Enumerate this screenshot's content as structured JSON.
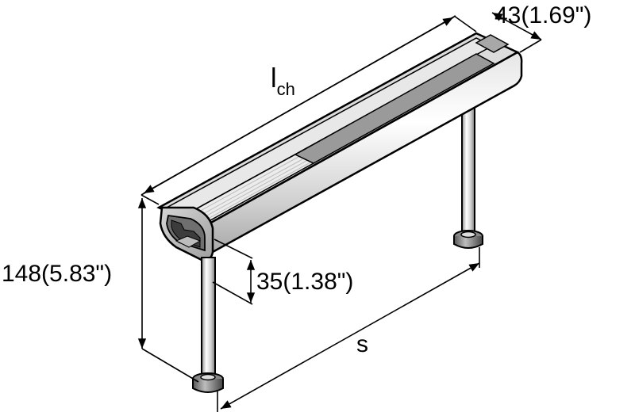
{
  "diagram": {
    "subject": "Channel rail with two adjustable leveling legs",
    "dimensions": {
      "width": {
        "label": "43(1.69\")",
        "value_mm": 43,
        "value_in": 1.69
      },
      "height": {
        "label": "148(5.83\")",
        "value_mm": 148,
        "value_in": 5.83
      },
      "channel_depth": {
        "label": "35(1.38\")",
        "value_mm": 35,
        "value_in": 1.38
      },
      "channel_length": {
        "symbol": "l",
        "subscript": "ch"
      },
      "leg_spacing": {
        "label": "s"
      }
    },
    "colors": {
      "outline": "#000000",
      "rail_light": "#f2f2f2",
      "rail_mid": "#c8c8c8",
      "insert_dark": "#9a9a9a",
      "insert_light": "#d9d9d9",
      "background": "#ffffff"
    }
  }
}
